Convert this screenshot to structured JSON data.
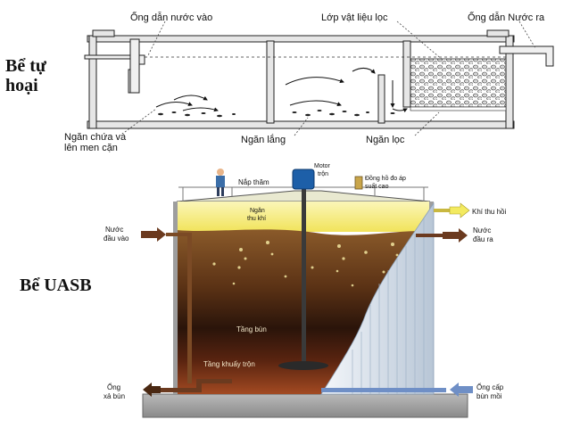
{
  "septic": {
    "title_line1": "Bể tự",
    "title_line2": "hoại",
    "labels": {
      "inlet_pipe": "Ống dẫn nước vào",
      "filter_layer": "Lớp vật liệu lọc",
      "outlet_pipe": "Ống dẫn Nước ra",
      "holding_line1": "Ngăn chứa và",
      "holding_line2": "lên men cặn",
      "settling": "Ngăn lắng",
      "filter_chamber": "Ngăn lọc"
    }
  },
  "uasb": {
    "title": "Bể UASB",
    "labels": {
      "manhole": "Nắp thăm",
      "motor_line1": "Motor",
      "motor_line2": "trộn",
      "gauge_line1": "Đồng hồ đo áp",
      "gauge_line2": "suất cao",
      "gas_chamber_line1": "Ngăn",
      "gas_chamber_line2": "thu khí",
      "gas_out": "Khí thu hồi",
      "inflow_line1": "Nước",
      "inflow_line2": "đầu vào",
      "outflow_line1": "Nước",
      "outflow_line2": "đầu ra",
      "sludge_layer": "Tầng bùn",
      "mixing_layer": "Tầng khuấy trộn",
      "sludge_out_line1": "Ống",
      "sludge_out_line2": "xả bùn",
      "seed_sludge_line1": "Ống cấp",
      "seed_sludge_line2": "bùn mồi"
    }
  },
  "colors": {
    "gas": "#f6ec6a",
    "sludge_top": "#7a4b21",
    "sludge_dark": "#2a140a",
    "mixing": "#8a3c1a",
    "pipe_blue": "#6f8fc6",
    "pipe_brown": "#6b3a1f"
  }
}
